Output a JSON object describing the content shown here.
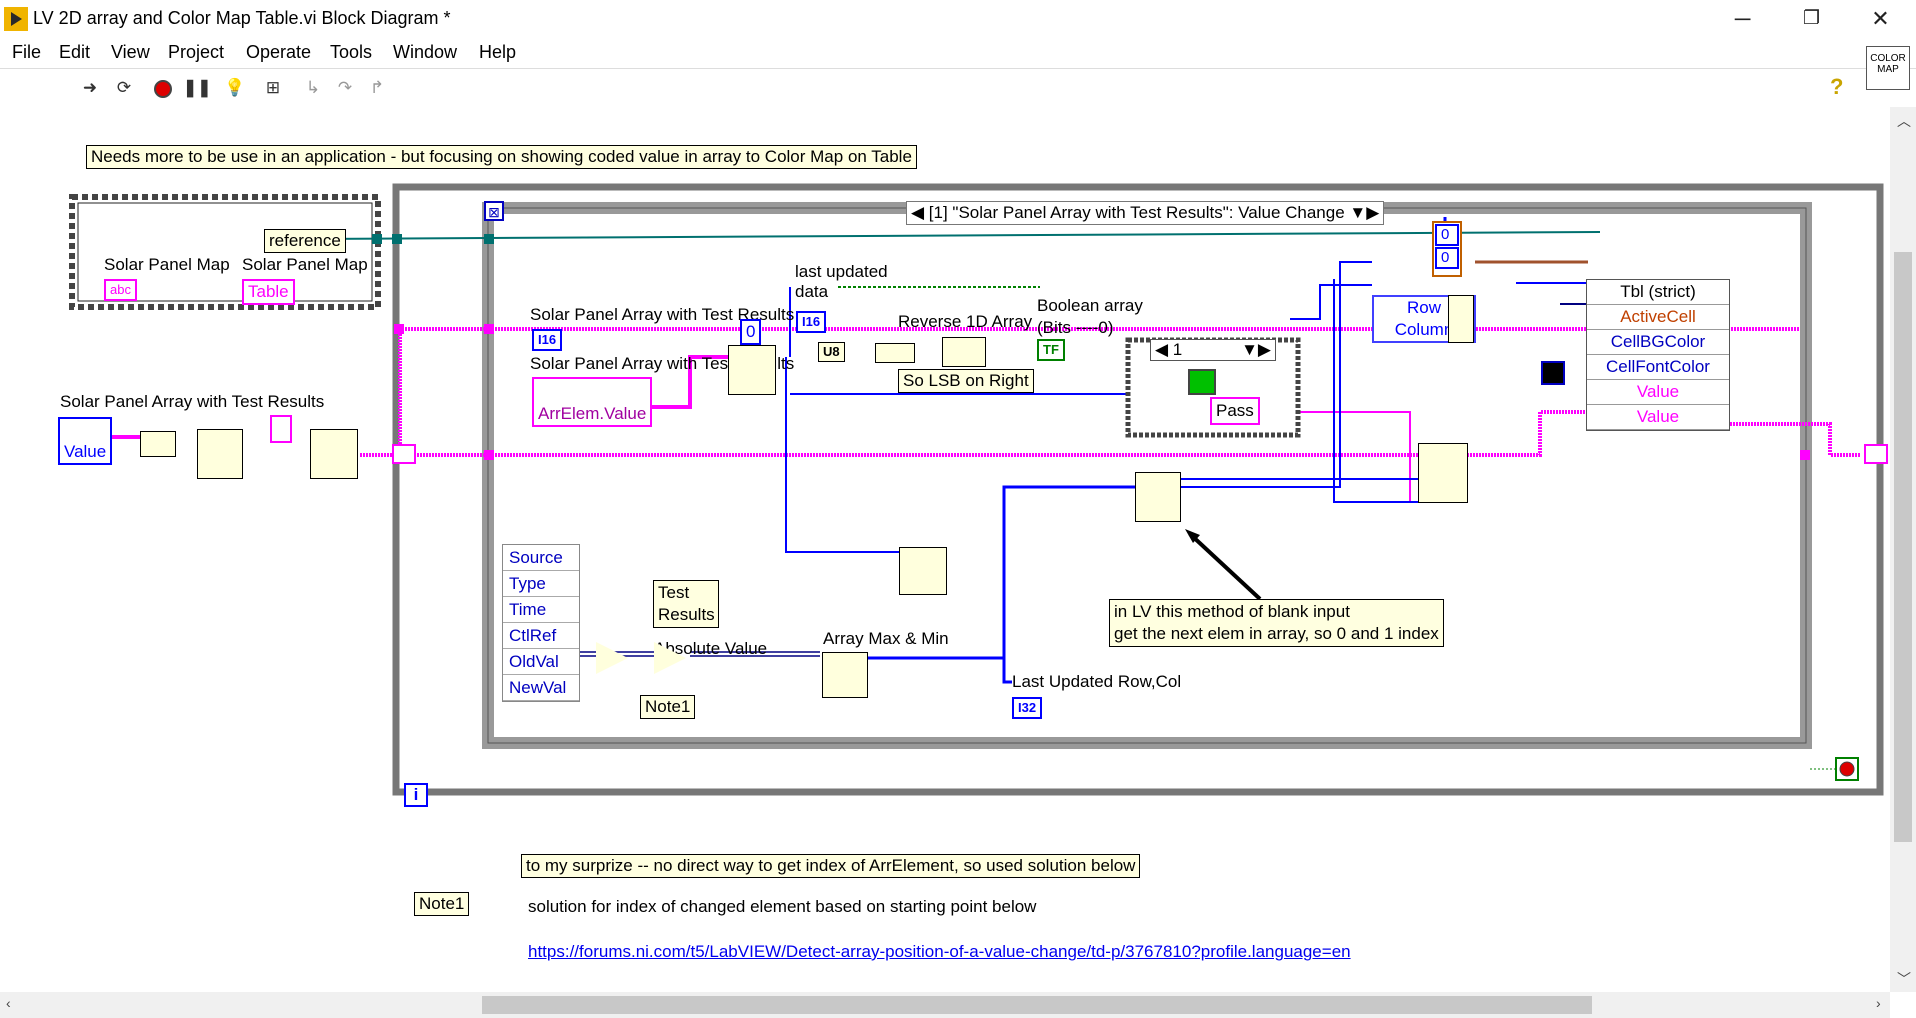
{
  "window": {
    "title": "LV 2D array and Color Map Table.vi Block Diagram *",
    "minimize": "─",
    "restore": "❐",
    "close": "✕"
  },
  "menu": [
    "File",
    "Edit",
    "View",
    "Project",
    "Operate",
    "Tools",
    "Window",
    "Help"
  ],
  "toolbar": {
    "icons": [
      "run-icon",
      "run-continuously-icon",
      "abort-icon",
      "pause-icon",
      "highlight-execution-icon",
      "retain-wire-values-icon",
      "step-into-icon",
      "step-over-icon",
      "step-out-icon"
    ],
    "help": "?",
    "colormap": "COLOR MAP"
  },
  "diagram": {
    "top_note": "Needs more to be use in an application - but focusing on showing coded value in array to Color Map on Table",
    "reference_label": "reference",
    "solar_panel_map_1": "Solar Panel Map",
    "solar_panel_map_2": "Solar Panel Map",
    "abc_terminal": "abc",
    "table_ref": "Table",
    "solar_array_label": "Solar Panel Array with Test Results",
    "value_label": "Value",
    "event_case": "[1] \"Solar Panel Array with Test Results\": Value Change",
    "solar_array_ref": "Solar Panel Array with Test Results",
    "solar_array_ref2": "Solar Panel Array with Test Results",
    "i16_a": "I16",
    "i16_b": "I16",
    "arr_elem": "ArrElem.Value",
    "zero_const": "0",
    "last_updated_data": "last updated data",
    "u8": "U8",
    "reverse_1d": "Reverse 1D Array",
    "lsb_note": "So LSB on Right",
    "boolean_array": "Boolean array (Bits ----0)",
    "tf": "TF",
    "case_selector": "1",
    "pass": "Pass",
    "row": "Row",
    "column": "Column",
    "cluster_consts": [
      "0",
      "0"
    ],
    "prop_header": "Tbl (strict)",
    "prop_items": [
      "ActiveCell",
      "CellBGColor",
      "CellFontColor",
      "Value",
      "Value"
    ],
    "event_data": [
      "Source",
      "Type",
      "Time",
      "CtlRef",
      "OldVal",
      "NewVal"
    ],
    "test_results": "Test Results",
    "absolute_value": "Absolute Value",
    "note1_a": "Note1",
    "array_max_min": "Array Max & Min",
    "last_updated_rowcol": "Last Updated Row,Col",
    "i32": "I32",
    "lv_note": "in LV this method of blank input\nget  the next elem in array, so 0 and 1 index",
    "loop_index": "i",
    "surprise_note": "to my surprize -- no direct way to get index of ArrElement, so used solution below",
    "note1_b": "Note1",
    "solution_text": "solution  for index of changed element based on starting point below",
    "link": "https://forums.ni.com/t5/LabVIEW/Detect-array-position-of-a-value-change/td-p/3767810?profile.language=en"
  },
  "colors": {
    "string_wire": "#ff00ff",
    "numeric_wire": "#0000ff",
    "ref_wire": "#00706f",
    "bool_wire": "#008000",
    "note_bg": "#ffffe0"
  }
}
